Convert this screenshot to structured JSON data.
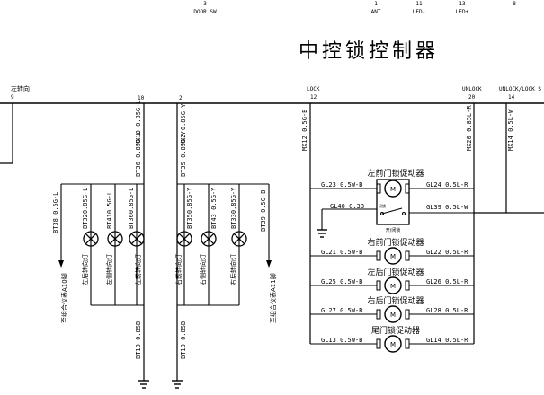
{
  "title": "中控锁控制器",
  "top_pins": [
    {
      "num": "3",
      "name": "DOOR SW"
    },
    {
      "num": "1",
      "name": "ANT"
    },
    {
      "num": "11",
      "name": "LED-"
    },
    {
      "num": "13",
      "name": "LED+"
    },
    {
      "num": "8",
      "name": ""
    }
  ],
  "connector": {
    "left_label": "左转向",
    "left_num": "9",
    "pins": [
      {
        "num": "10"
      },
      {
        "num": "2"
      },
      {
        "label": "LOCK",
        "num": "12"
      },
      {
        "label": "UNLOCK",
        "num": "20"
      },
      {
        "label": "UNLOCK/LOCK_S",
        "num": "14"
      }
    ]
  },
  "wires": {
    "mx10": "MX10 0.85G-L",
    "mx2": "MX2 0.85G-Y",
    "mx12": "MX12 0.5G-B",
    "mx20": "MX20 0.85L-R",
    "mx14": "MX14 0.5L-W",
    "bt36": "BT36 0.85G-L",
    "bt35": "BT35 0.85G-Y",
    "bt38": "BT38 0.5G-L",
    "bt320": "BT320.85G-L",
    "bt410": "BT410.5G-L",
    "bt360": "BT360.85G-L",
    "bt350": "BT350.85G-Y",
    "bt43": "BT43 0.5G-Y",
    "bt330": "BT330.85G-Y",
    "bt39": "BT39 0.5G-B",
    "bt10a": "BT10 0.85B",
    "bt10b": "BT10 0.85B"
  },
  "lamps": {
    "l1": "左后转向灯",
    "l2": "左侧转向灯",
    "l3": "左前转向灯",
    "r1": "右前转向灯",
    "r2": "右侧转向灯",
    "r3": "右后转向灯"
  },
  "notes": {
    "left_meter": "至组合仪表A10脚",
    "right_meter": "至组合仪表A11脚"
  },
  "actuators": [
    {
      "name": "左前门锁促动器",
      "left": "GL23 0.5W-B",
      "right": "GL24 0.5L-R",
      "has_switch": true,
      "sw_left": "GL40 0.3B",
      "sw_right": "GL39 0.5L-W",
      "sw_note": "开/闭锁",
      "sw_tag": "闭锁"
    },
    {
      "name": "右前门锁促动器",
      "left": "GL21 0.5W-B",
      "right": "GL22 0.5L-R",
      "has_switch": false
    },
    {
      "name": "左后门锁促动器",
      "left": "GL25 0.5W-B",
      "right": "GL26 0.5L-R",
      "has_switch": false
    },
    {
      "name": "右后门锁促动器",
      "left": "GL27 0.5W-B",
      "right": "GL28 0.5L-R",
      "has_switch": false
    },
    {
      "name": "尾门锁促动器",
      "left": "GL13 0.5W-B",
      "right": "GL14 0.5L-R",
      "has_switch": false
    }
  ]
}
